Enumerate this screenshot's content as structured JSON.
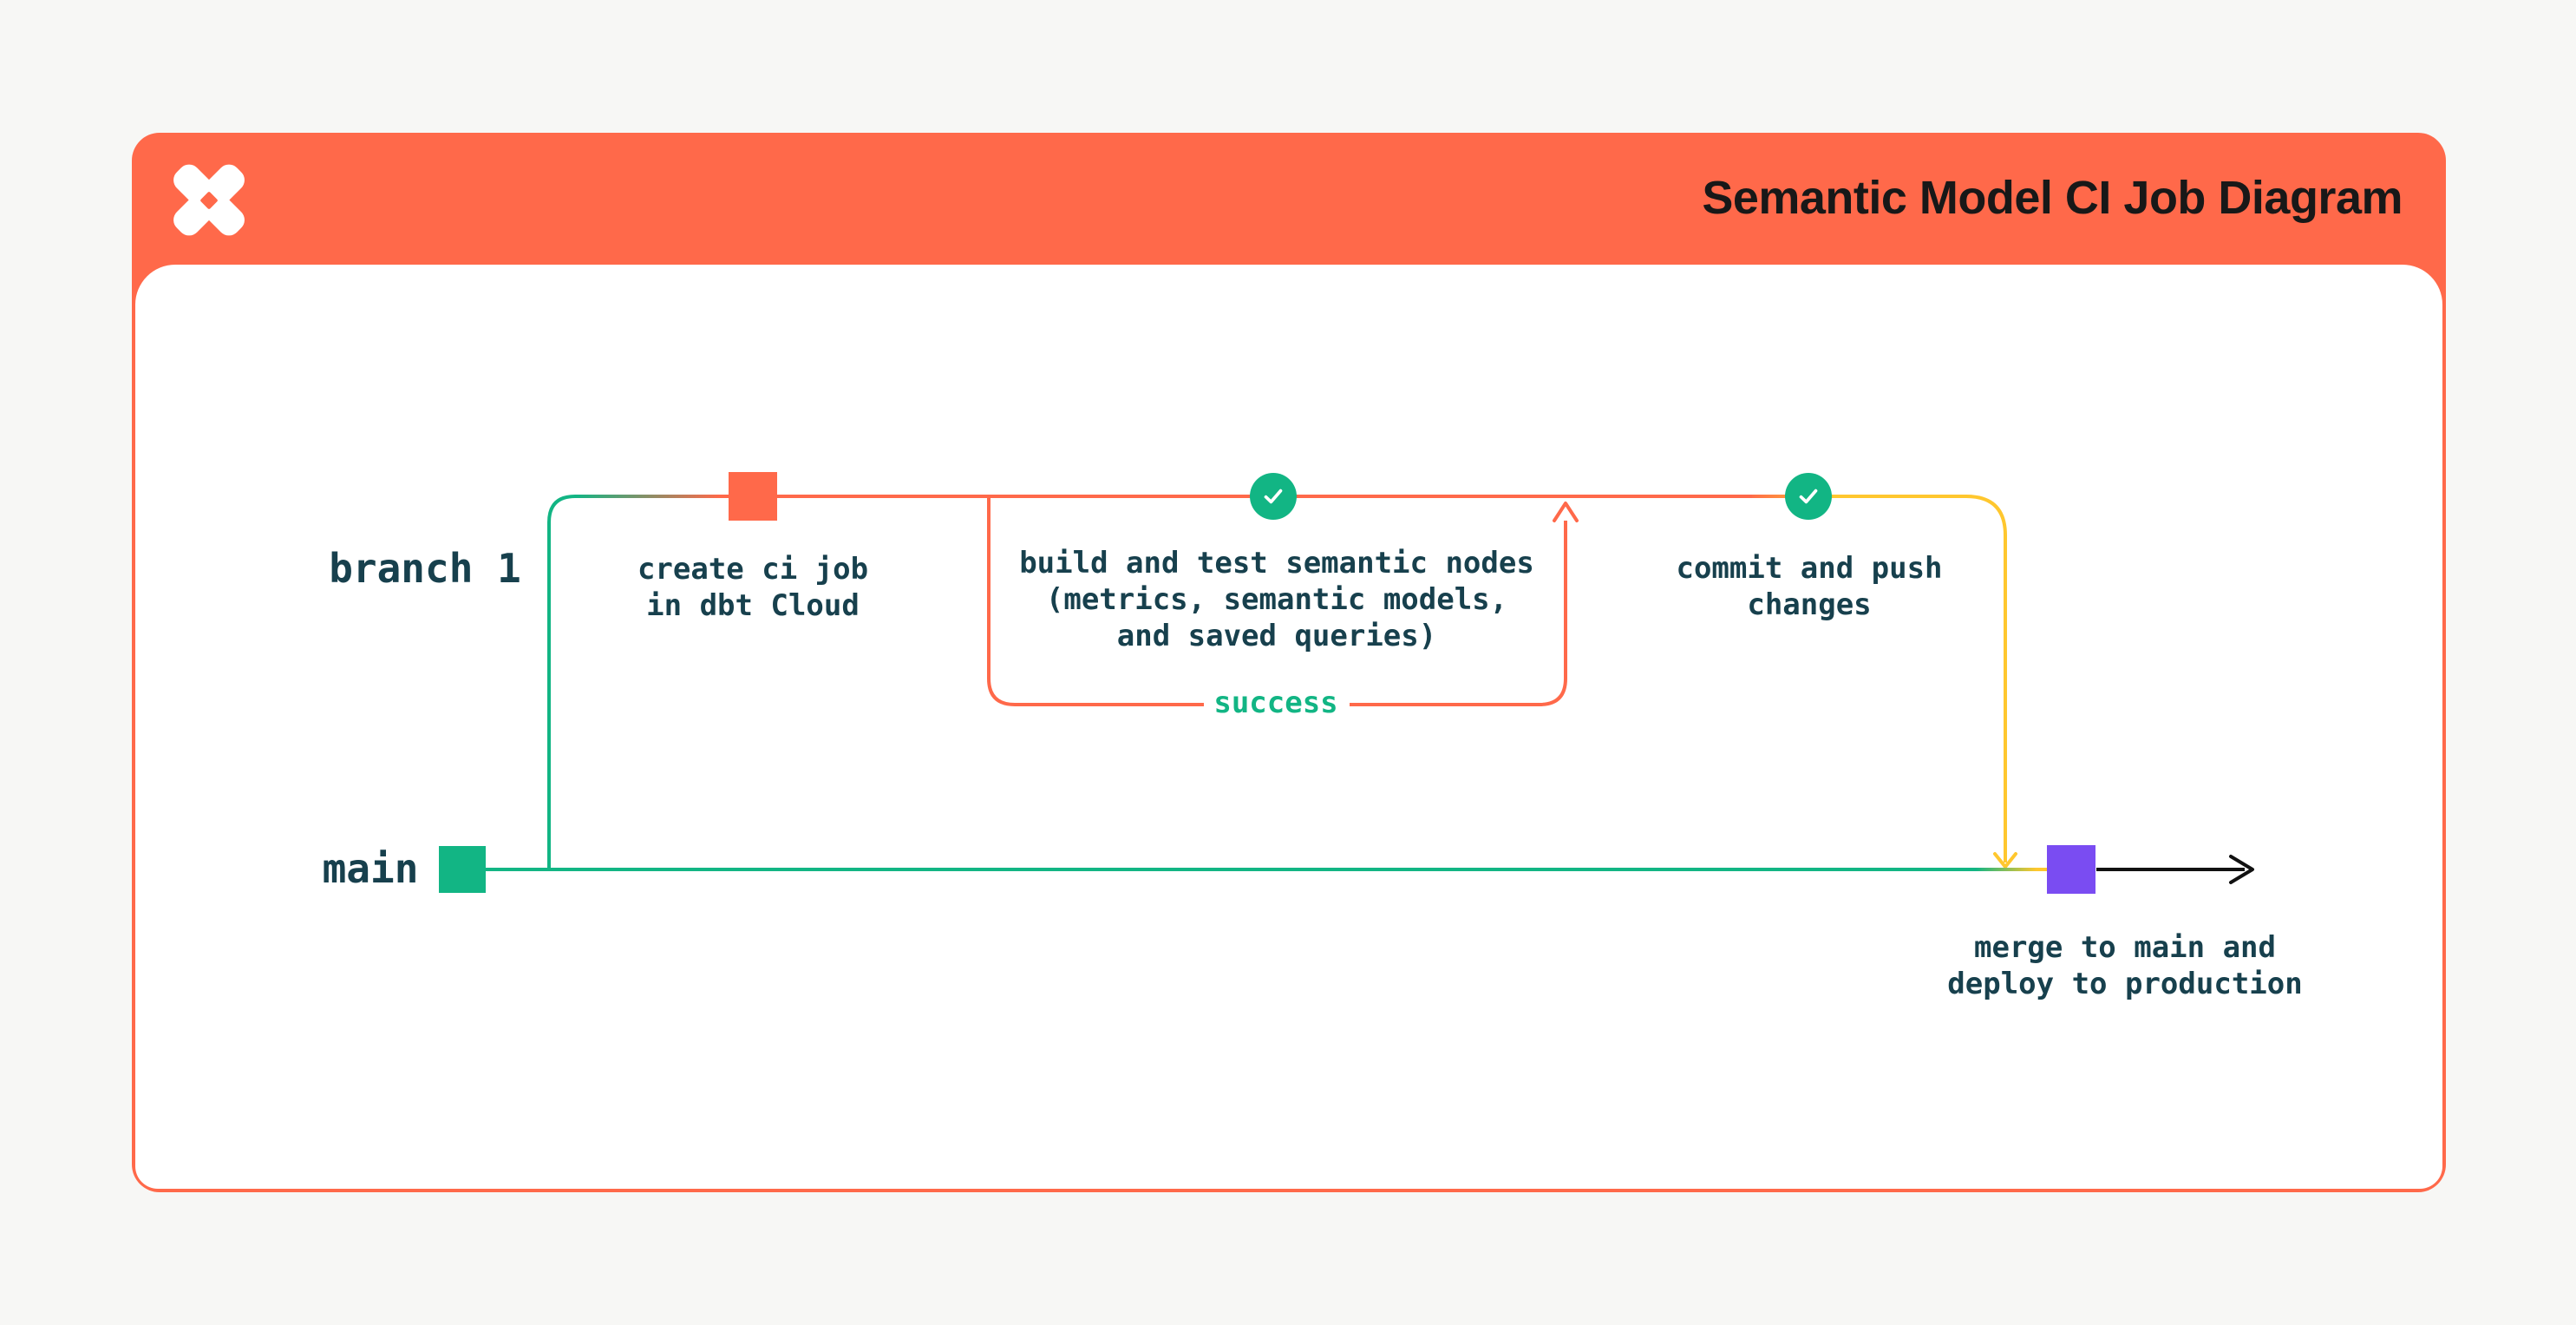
{
  "header": {
    "title": "Semantic Model CI Job Diagram"
  },
  "labels": {
    "branch": "branch 1",
    "main": "main"
  },
  "nodes": {
    "create_ci": {
      "line1": "create ci job",
      "line2": "in dbt Cloud"
    },
    "build_test": {
      "line1": "build and test semantic nodes",
      "line2": "(metrics, semantic models,",
      "line3": "and saved queries)"
    },
    "commit_push": {
      "line1": "commit and push",
      "line2": "changes"
    },
    "merge": {
      "line1": "merge to main and",
      "line2": "deploy to production"
    }
  },
  "annotations": {
    "success": "success"
  },
  "theme": {
    "orange": "#ff694a",
    "green": "#12b584",
    "yellow": "#ffc72e",
    "purple": "#7a4cf2",
    "ink": "#17404d",
    "title-ink": "#181818",
    "page-bg": "#f7f7f5",
    "card-bg": "#ffffff",
    "black": "#111111"
  }
}
